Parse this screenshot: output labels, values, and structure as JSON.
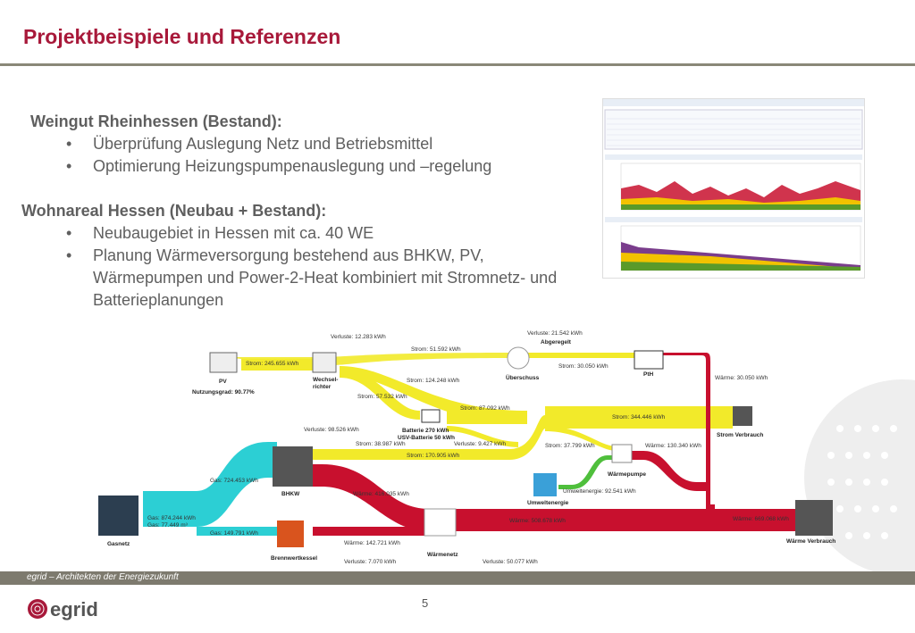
{
  "header": {
    "title": "Projektbeispiele und Referenzen"
  },
  "content": {
    "section1_title": "Weingut Rheinhessen (Bestand):",
    "section1_bullets": [
      "Überprüfung Auslegung Netz und Betriebsmittel",
      "Optimierung Heizungspumpenauslegung und –regelung"
    ],
    "section2_title": "Wohnareal Hessen (Neubau + Bestand):",
    "section2_bullets": [
      "Neubaugebiet in Hessen mit ca. 40 WE",
      "Planung Wärmeversorgung bestehend aus BHKW, PV, Wärmepumpen und Power-2-Heat kombiniert mit Stromnetz- und Batterieplanungen"
    ]
  },
  "diagram": {
    "nodes": {
      "pv": "PV",
      "pv_util": "Nutzungsgrad: 90.77%",
      "wechselrichter": "Wechsel-",
      "wechselrichter2": "richter",
      "ueberschuss": "Überschuss",
      "abgeregelt": "Abgeregelt",
      "pth": "PtH",
      "batterie": "Batterie 270 kWh",
      "usv": "USV-Batterie 50 kWh",
      "strom_verbrauch": "Strom Verbrauch",
      "bhkw": "BHKW",
      "waermepumpe": "Wärmepumpe",
      "umweltenergie": "Umweltenergie",
      "gasnetz": "Gasnetz",
      "brennwertkessel": "Brennwertkessel",
      "waermenetz": "Wärmenetz",
      "waerme_verbrauch": "Wärme Verbrauch"
    },
    "flows": {
      "pv_strom": "Strom: 245.655 kWh",
      "v_wr": "Verluste: 12.283 kWh",
      "s_51": "Strom: 51.592 kWh",
      "v_ab": "Verluste: 21.542 kWh",
      "s_124": "Strom: 124.248 kWh",
      "s_30": "Strom: 30.050 kWh",
      "w_30": "Wärme: 30.050 kWh",
      "s_57": "Strom: 57.532 kWh",
      "s_87": "Strom: 87.092 kWh",
      "s_344": "Strom: 344.446 kWh",
      "v_98": "Verluste: 98.526 kWh",
      "s_38": "Strom: 38.987 kWh",
      "v_9": "Verluste: 9.427 kWh",
      "s_37": "Strom: 37.799 kWh",
      "w_130": "Wärme: 130.340 kWh",
      "s_170": "Strom: 170.905 kWh",
      "g_724": "Gas: 724.453 kWh",
      "w_416": "Wärme: 416.035 kWh",
      "u_92": "Umweltenergie: 92.541 kWh",
      "g_874": "Gas: 874.244 kWh",
      "g_77": "Gas: 77.449 m³",
      "g_149": "Gas: 149.791 kWh",
      "w_508": "Wärme: 508.678 kWh",
      "w_669": "Wärme: 669.068 kWh",
      "w_142": "Wärme: 142.721 kWh",
      "v_7": "Verluste: 7.070 kWh",
      "v_50": "Verluste: 50.077 kWh"
    }
  },
  "footer": {
    "tagline": "egrid – Architekten der Energiezukunft",
    "page": "5",
    "logo": "egrid"
  }
}
